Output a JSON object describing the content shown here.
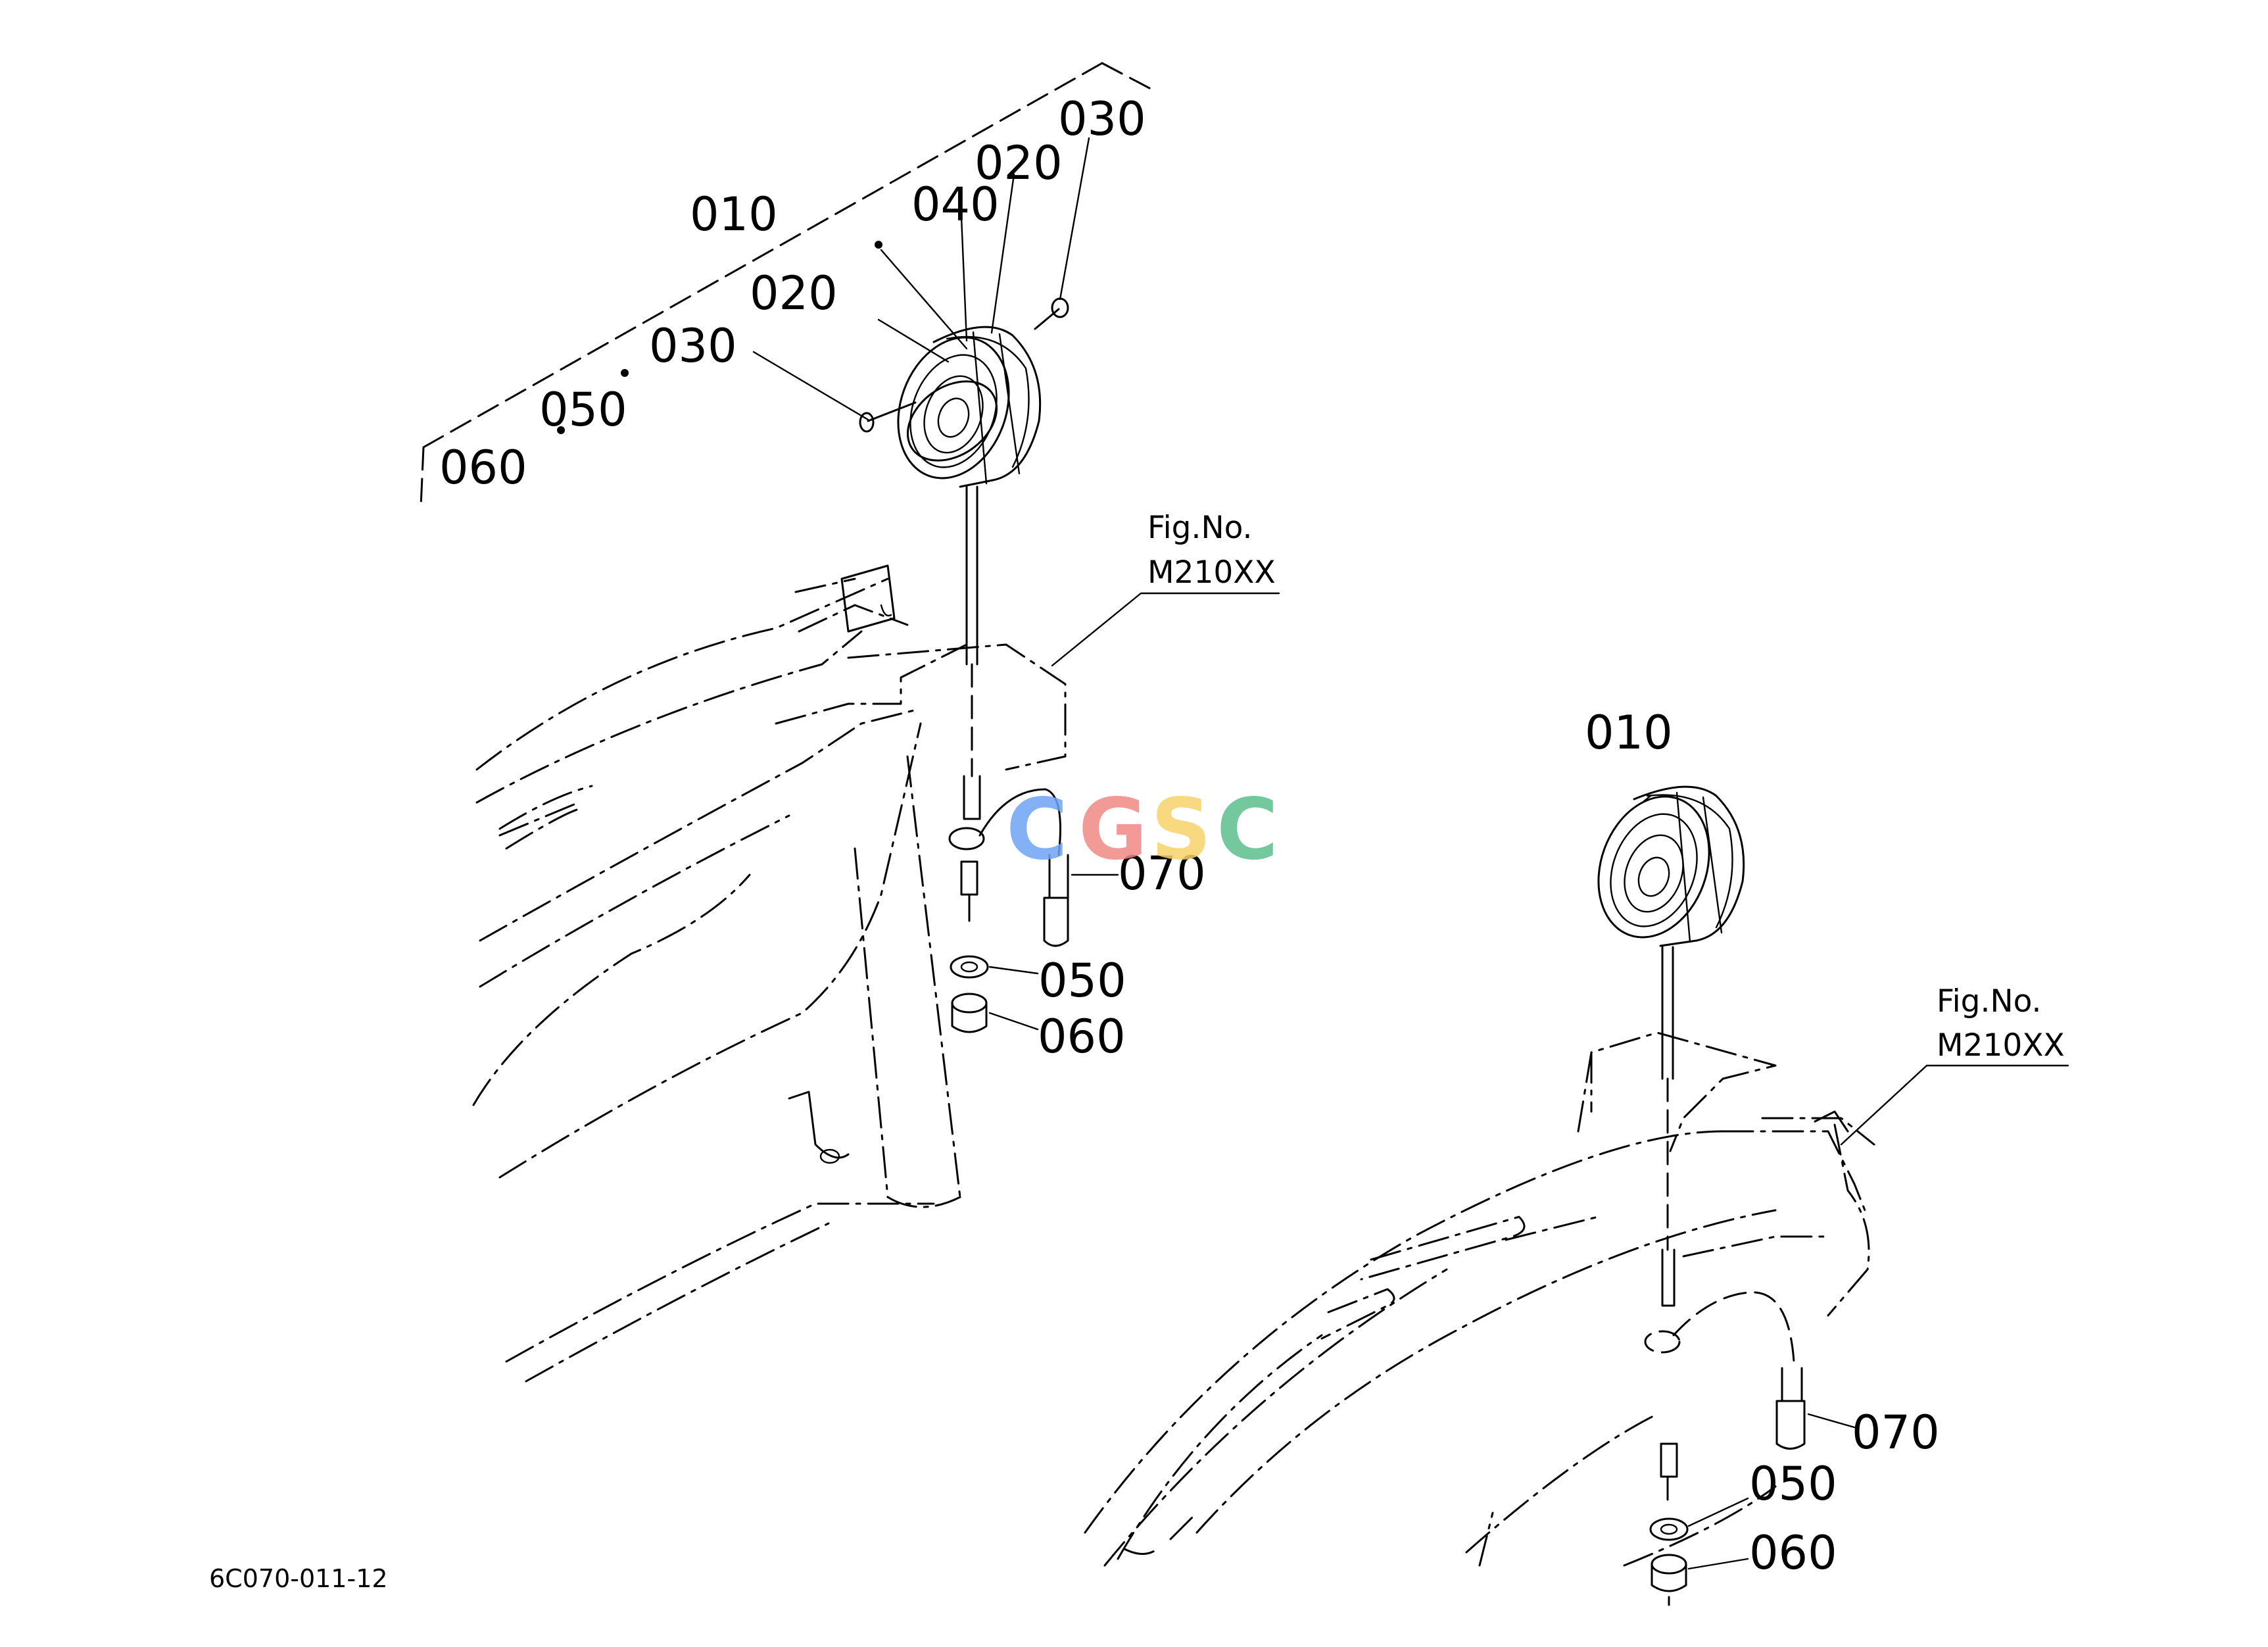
{
  "drawing_code": "6C070-011-12",
  "watermark": {
    "letters": [
      "C",
      "G",
      "S",
      "C"
    ],
    "colors": [
      "#6fa3f5",
      "#f08a84",
      "#f7d36a",
      "#5cbf8e"
    ]
  },
  "upper_assembly": {
    "callouts": [
      "010",
      "020",
      "030",
      "040",
      "020",
      "030",
      "050",
      "060",
      "070",
      "050",
      "060"
    ],
    "figure_reference": {
      "line1": "Fig.No.",
      "line2": "M210XX"
    }
  },
  "lower_assembly": {
    "callouts": [
      "010",
      "070",
      "050",
      "060"
    ],
    "figure_reference": {
      "line1": "Fig.No.",
      "line2": "M210XX"
    }
  }
}
